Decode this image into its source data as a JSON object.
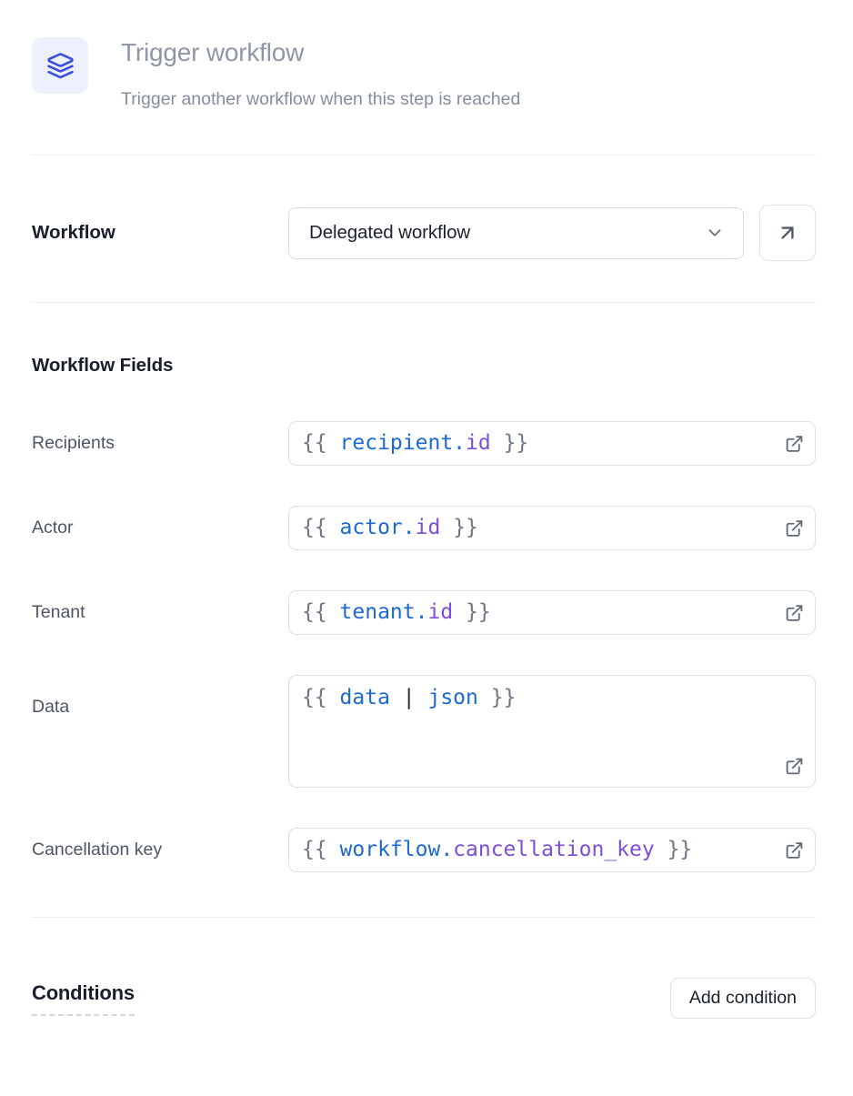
{
  "syntax_colors": {
    "brace": "#6e7683",
    "var": "#1c69d4",
    "prop": "#7c4ed9",
    "op": "#242936"
  },
  "accents": {
    "icon_blue": "#3b4fdd",
    "icon_bg": "#edf1fd"
  },
  "header": {
    "icon": "layers-icon",
    "title": "Trigger workflow",
    "subtitle": "Trigger another workflow when this step is reached"
  },
  "workflow": {
    "label": "Workflow",
    "selected_option": "Delegated workflow"
  },
  "workflow_fields": {
    "heading": "Workflow Fields",
    "fields": [
      {
        "label": "Recipients",
        "template": "{{ recipient.id }}",
        "multiline": false,
        "parts": [
          {
            "type": "brace",
            "text": "{{ "
          },
          {
            "type": "var",
            "text": "recipient."
          },
          {
            "type": "prop",
            "text": "id"
          },
          {
            "type": "brace",
            "text": " }}"
          }
        ]
      },
      {
        "label": "Actor",
        "template": "{{ actor.id }}",
        "multiline": false,
        "parts": [
          {
            "type": "brace",
            "text": "{{ "
          },
          {
            "type": "var",
            "text": "actor."
          },
          {
            "type": "prop",
            "text": "id"
          },
          {
            "type": "brace",
            "text": " }}"
          }
        ]
      },
      {
        "label": "Tenant",
        "template": "{{ tenant.id }}",
        "multiline": false,
        "parts": [
          {
            "type": "brace",
            "text": "{{ "
          },
          {
            "type": "var",
            "text": "tenant."
          },
          {
            "type": "prop",
            "text": "id"
          },
          {
            "type": "brace",
            "text": " }}"
          }
        ]
      },
      {
        "label": "Data",
        "template": "{{ data | json }}",
        "multiline": true,
        "parts": [
          {
            "type": "brace",
            "text": "{{ "
          },
          {
            "type": "var",
            "text": "data"
          },
          {
            "type": "op",
            "text": " | "
          },
          {
            "type": "var",
            "text": "json"
          },
          {
            "type": "brace",
            "text": " }}"
          }
        ]
      },
      {
        "label": "Cancellation key",
        "template": "{{ workflow.cancellation_key }}",
        "multiline": false,
        "parts": [
          {
            "type": "brace",
            "text": "{{ "
          },
          {
            "type": "var",
            "text": "workflow."
          },
          {
            "type": "prop",
            "text": "cancellation_key"
          },
          {
            "type": "brace",
            "text": " }}"
          }
        ]
      }
    ]
  },
  "conditions": {
    "heading": "Conditions",
    "add_button_label": "Add condition"
  }
}
